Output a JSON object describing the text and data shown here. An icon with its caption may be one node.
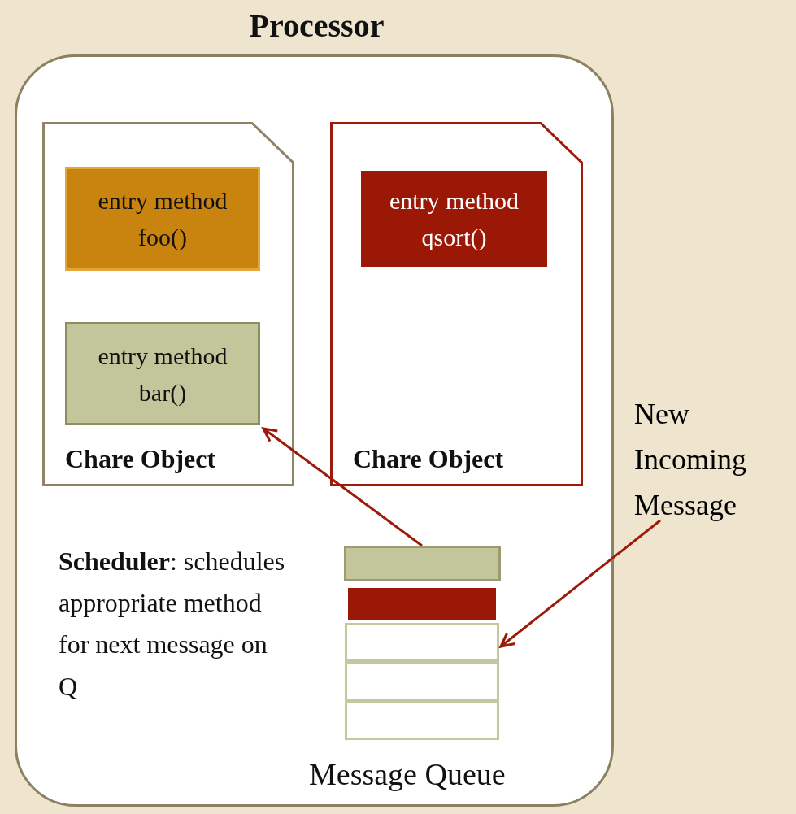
{
  "diagram": {
    "nodes": [
      {
        "text": [
          "Processor"
        ]
      },
      {
        "text": [
          "Chare Object"
        ],
        "in": 0
      },
      {
        "text": [
          "entry method foo()"
        ],
        "in": 1
      },
      {
        "text": [
          "entry method bar()"
        ],
        "in": 1
      },
      {
        "text": [
          "Chare Object"
        ],
        "in": 0
      },
      {
        "text": [
          "entry method qsort()"
        ],
        "in": 4
      },
      {
        "text": [],
        "shape": "bar",
        "in": 0
      },
      {
        "text": [],
        "shape": "bar",
        "in": 0
      },
      {
        "text": [],
        "shape": "box",
        "in": 0
      },
      {
        "text": [],
        "shape": "box",
        "in": 0
      },
      {
        "text": [],
        "shape": "box",
        "in": 0
      },
      {
        "text": [
          "New Incoming Message"
        ]
      }
    ],
    "edges": [
      {
        "from": 6,
        "to": 3,
        "arrow": "to"
      },
      {
        "from": 11,
        "to": 8,
        "arrow": "to"
      }
    ],
    "labels": [
      "**Scheduler**: schedules appropriate method for next message on Q",
      "Message Queue"
    ]
  }
}
